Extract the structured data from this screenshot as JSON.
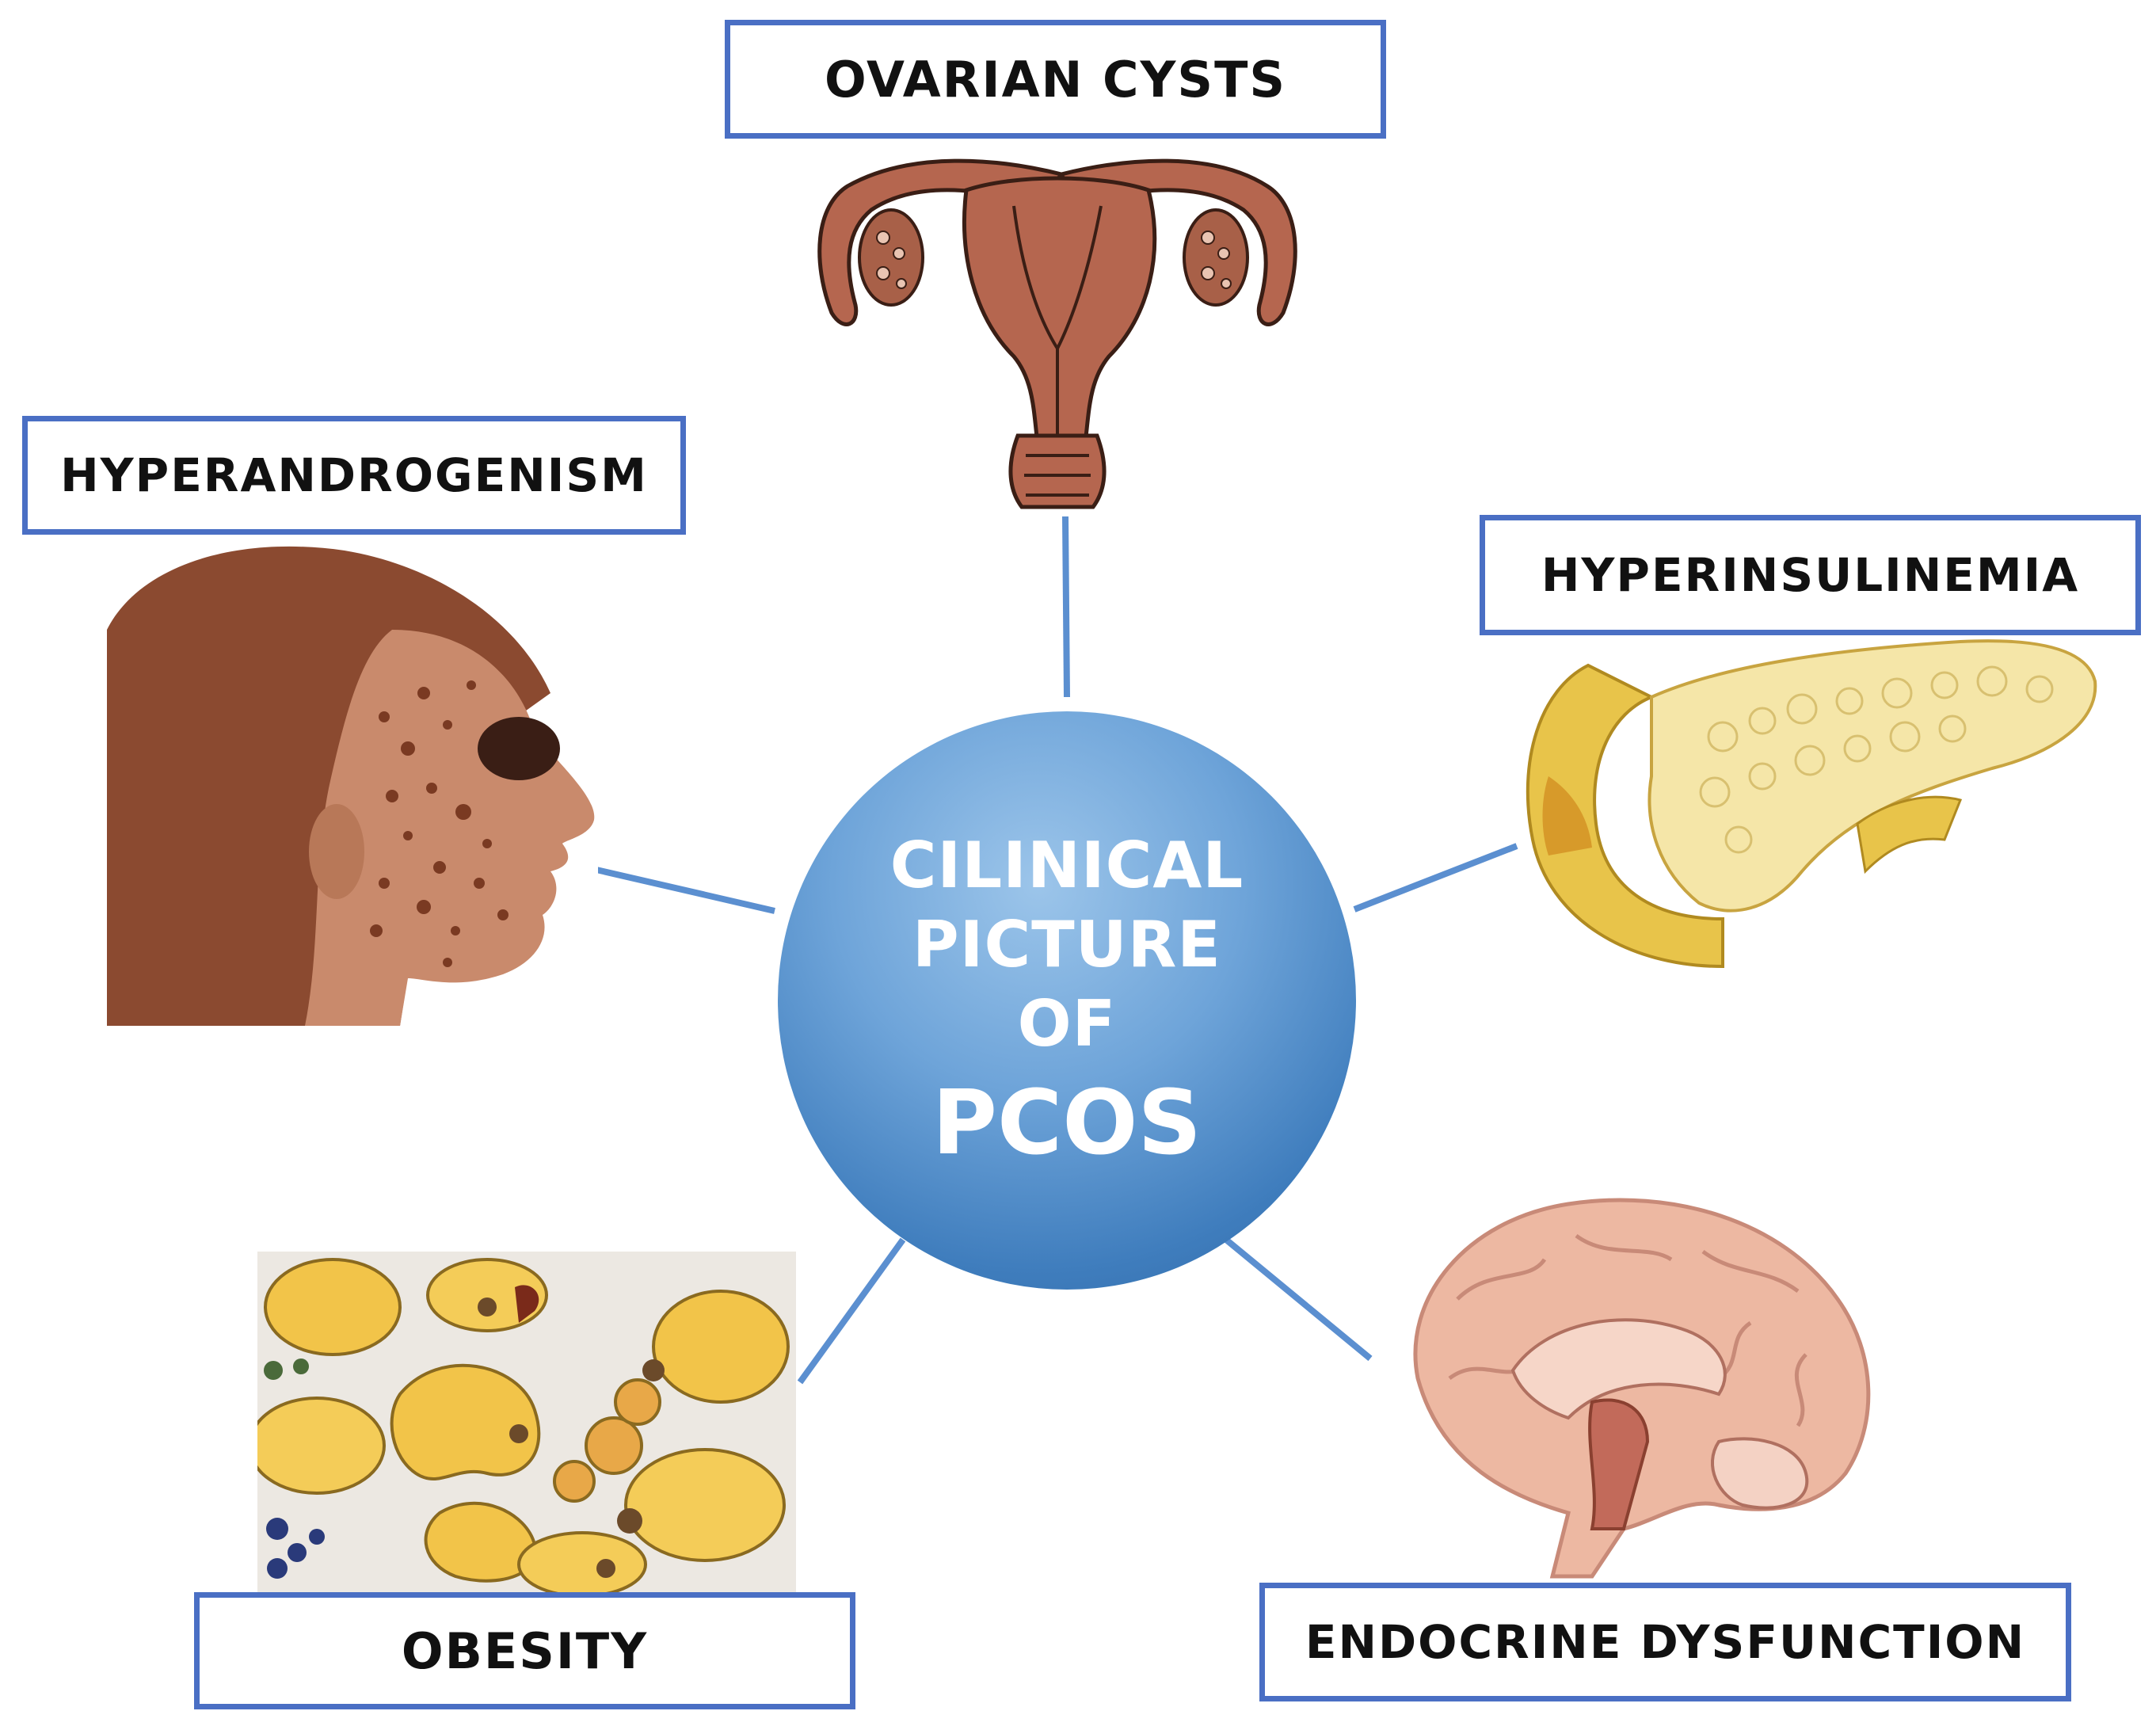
{
  "center": {
    "line1": "CILINICAL",
    "line2": "PICTURE",
    "line3": "OF",
    "line4": "PCOS"
  },
  "nodes": {
    "ovarian_cysts": "OVARIAN CYSTS",
    "hyperandrogenism": "HYPERANDROGENISM",
    "hyperinsulinemia": "HYPERINSULINEMIA",
    "obesity": "OBESITY",
    "endocrine_dysfunction": "ENDOCRINE DYSFUNCTION"
  },
  "colors": {
    "box_border": "#4a6fc4",
    "connector": "#5b8fd0",
    "circle": "#4f8ccb"
  },
  "icons": [
    "uterus-illustration",
    "acne-face-illustration",
    "pancreas-illustration",
    "fat-cells-illustration",
    "brain-illustration"
  ]
}
